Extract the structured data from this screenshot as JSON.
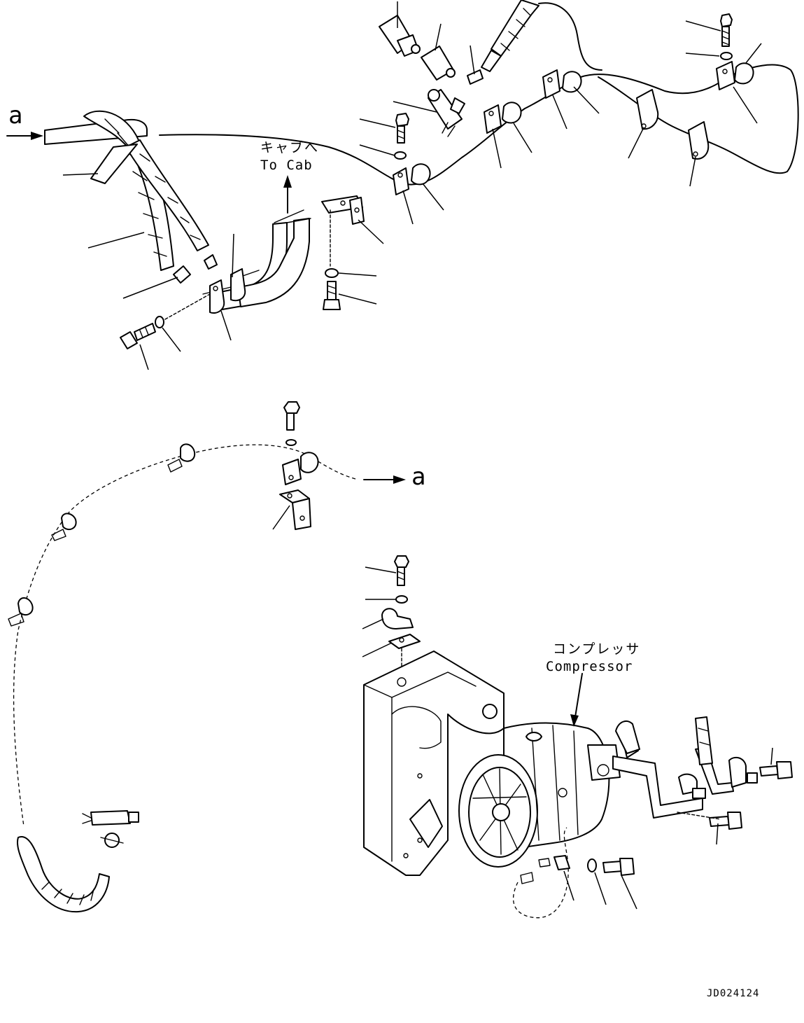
{
  "markers": {
    "left": "a",
    "right": "a"
  },
  "cab_label": {
    "jp": "キャブへ",
    "en": "To Cab"
  },
  "compressor_label": {
    "jp": "コンプレッサ",
    "en": "Compressor"
  },
  "drawing_code": "JD024124"
}
